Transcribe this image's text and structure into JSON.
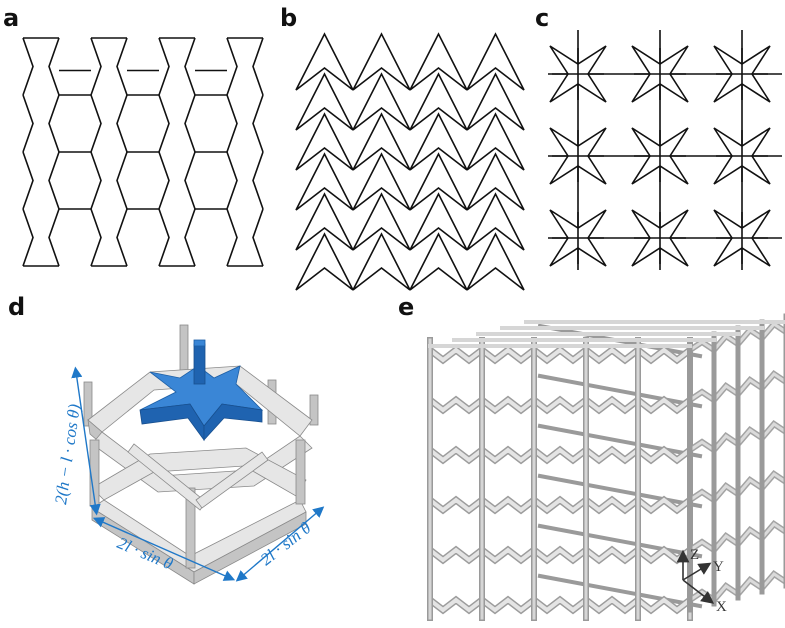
{
  "panels": {
    "a": {
      "label": "a"
    },
    "b": {
      "label": "b"
    },
    "c": {
      "label": "c"
    },
    "d": {
      "label": "d",
      "dimensions": {
        "height": "2(h − l · cos θ)",
        "width_front": "2l · sin θ",
        "width_side": "2l · sin θ"
      }
    },
    "e": {
      "label": "e",
      "axes": {
        "z": "Z",
        "y": "Y",
        "x": "X"
      }
    }
  },
  "colors": {
    "line": "#111111",
    "highlight": "#2f7fd3",
    "structure": "#d9d9d9"
  }
}
